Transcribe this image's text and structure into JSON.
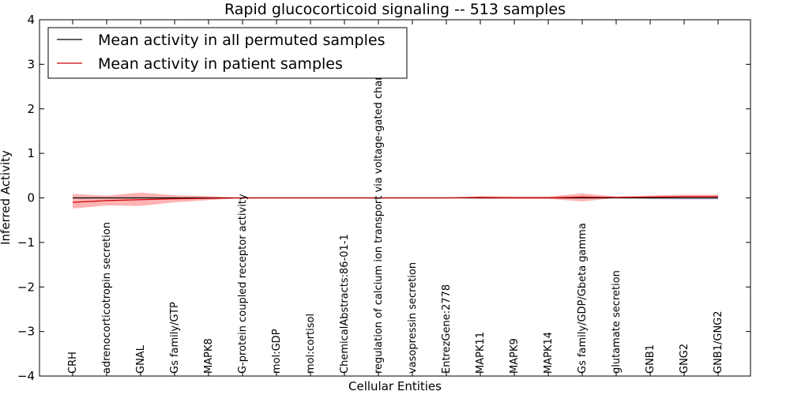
{
  "chart_data": {
    "type": "line",
    "title": "Rapid glucocorticoid signaling -- 513 samples",
    "xlabel": "Cellular Entities",
    "ylabel": "Inferred Activity",
    "ylim": [
      -4,
      4
    ],
    "yticks": [
      -4,
      -3,
      -2,
      -1,
      0,
      1,
      2,
      3,
      4
    ],
    "grid": false,
    "legend_position": "top-left",
    "categories": [
      "CRH",
      "adrenocorticotropin secretion",
      "GNAL",
      "Gs family/GTP",
      "MAPK8",
      "G-protein coupled receptor activity",
      "mol:GDP",
      "mol:cortisol",
      "ChemicalAbstracts:86-01-1",
      "regulation of calcium ion transport via voltage-gated channel",
      "vasopressin secretion",
      "EntrezGene:2778",
      "MAPK11",
      "MAPK9",
      "MAPK14",
      "Gs family/GDP/Gbeta gamma",
      "glutamate secretion",
      "GNB1",
      "GNG2",
      "GNB1/GNG2"
    ],
    "series": [
      {
        "name": "Mean activity in all permuted samples",
        "color": "#000000",
        "values": [
          0.0,
          0.0,
          0.0,
          0.0,
          0.0,
          0.0,
          0.0,
          0.0,
          0.0,
          0.0,
          0.0,
          0.0,
          0.0,
          0.0,
          0.0,
          0.0,
          0.0,
          0.0,
          0.0,
          0.0
        ],
        "band_lower": [
          0.0,
          0.0,
          0.0,
          0.0,
          0.0,
          0.0,
          0.0,
          0.0,
          0.0,
          0.0,
          0.0,
          0.0,
          -0.01,
          -0.01,
          -0.01,
          -0.02,
          0.0,
          -0.03,
          -0.04,
          -0.04
        ],
        "band_upper": [
          0.01,
          0.01,
          0.01,
          0.01,
          0.01,
          0.0,
          0.0,
          0.0,
          0.0,
          0.0,
          0.0,
          0.0,
          0.01,
          0.01,
          0.01,
          0.02,
          0.0,
          0.01,
          0.01,
          0.01
        ],
        "band_color": "#b0b8e0"
      },
      {
        "name": "Mean activity in patient samples",
        "color": "#cc0000",
        "values": [
          -0.1,
          -0.06,
          -0.04,
          -0.02,
          -0.01,
          0.0,
          0.0,
          0.0,
          0.0,
          0.0,
          0.0,
          0.0,
          0.01,
          0.0,
          0.0,
          0.02,
          0.01,
          0.02,
          0.03,
          0.03
        ],
        "band_lower": [
          -0.24,
          -0.17,
          -0.18,
          -0.1,
          -0.05,
          0.0,
          0.0,
          0.0,
          0.0,
          0.0,
          0.0,
          0.0,
          -0.02,
          -0.02,
          -0.02,
          -0.08,
          0.0,
          -0.01,
          0.0,
          0.0
        ],
        "band_upper": [
          0.09,
          0.05,
          0.12,
          0.06,
          0.04,
          0.0,
          0.0,
          0.0,
          0.0,
          0.0,
          0.0,
          0.0,
          0.04,
          0.03,
          0.03,
          0.1,
          0.03,
          0.05,
          0.07,
          0.07
        ],
        "band_color": "#ff9999"
      }
    ]
  }
}
